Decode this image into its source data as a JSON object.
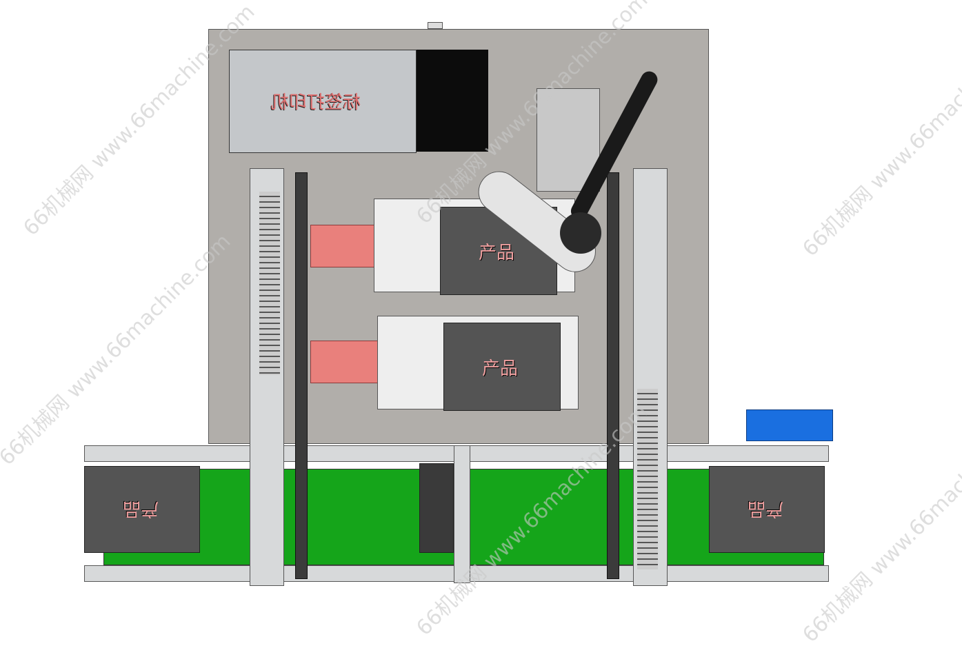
{
  "printer_label": "标签打印机",
  "product_label": "产品",
  "watermark": "66机械网 www.66machine.com",
  "colors": {
    "plate": "#b1aeaa",
    "belt": "#15a51a",
    "cylinder": "#e9807c",
    "motor": "#1a6fe0"
  }
}
